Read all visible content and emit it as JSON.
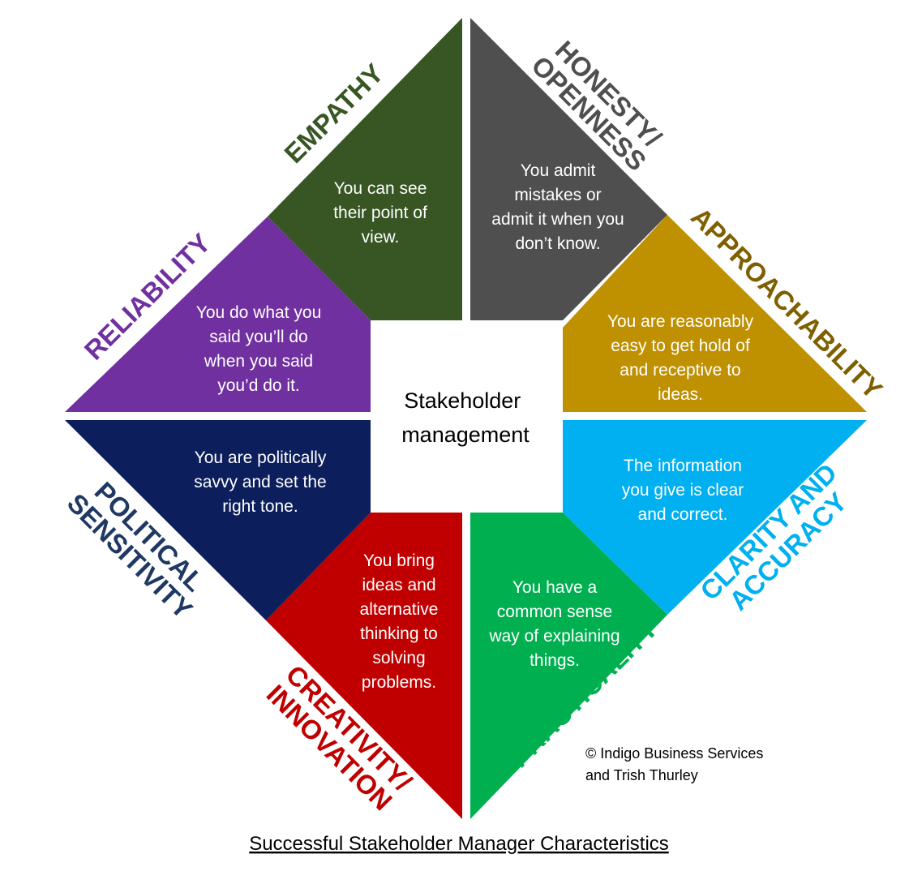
{
  "diagram": {
    "center_label": [
      "Stakeholder",
      "management"
    ],
    "segments": [
      {
        "key": "empathy",
        "title": [
          "EMPATHY"
        ],
        "description": [
          "You can see",
          "their point of",
          "view."
        ],
        "color": "#375623",
        "title_color": "#375623"
      },
      {
        "key": "honesty",
        "title": [
          "HONESTY/",
          "OPENNESS"
        ],
        "description": [
          "You admit",
          "mistakes or",
          "admit it when you",
          "don’t know."
        ],
        "color": "#4f4f4f",
        "title_color": "#4f4f4f"
      },
      {
        "key": "approachability",
        "title": [
          "APPROACHABILITY"
        ],
        "description": [
          "You are reasonably",
          "easy to get hold of",
          "and receptive to",
          "ideas."
        ],
        "color": "#bf9000",
        "title_color": "#7f6000"
      },
      {
        "key": "clarity",
        "title": [
          "CLARITY AND",
          "ACCURACY"
        ],
        "description": [
          "The information",
          "you give is clear",
          "and correct."
        ],
        "color": "#00b0f0",
        "title_color": "#00b0f0"
      },
      {
        "key": "practicality",
        "title": [
          "PRACTICALITY"
        ],
        "description": [
          "You have a",
          "common sense",
          "way of explaining",
          "things."
        ],
        "color": "#00b050",
        "title_color": "#00b050"
      },
      {
        "key": "creativity",
        "title": [
          "CREATIVITY/",
          "INNOVATION"
        ],
        "description": [
          "You bring",
          "ideas and",
          "alternative",
          "thinking to",
          "solving",
          "problems."
        ],
        "color": "#c00000",
        "title_color": "#c00000"
      },
      {
        "key": "political",
        "title": [
          "POLITICAL",
          "SENSITIVITY"
        ],
        "description": [
          "You are politically",
          "savvy and set the",
          "right tone."
        ],
        "color": "#0c1f5c",
        "title_color": "#1f3864"
      },
      {
        "key": "reliability",
        "title": [
          "RELIABILITY"
        ],
        "description": [
          "You do what you",
          "said you’ll do",
          "when you said",
          "you’d do it."
        ],
        "color": "#7030a0",
        "title_color": "#7030a0"
      }
    ],
    "credit": [
      "© Indigo Business Services",
      "and Trish Thurley"
    ],
    "caption": "Successful Stakeholder Manager Characteristics"
  }
}
